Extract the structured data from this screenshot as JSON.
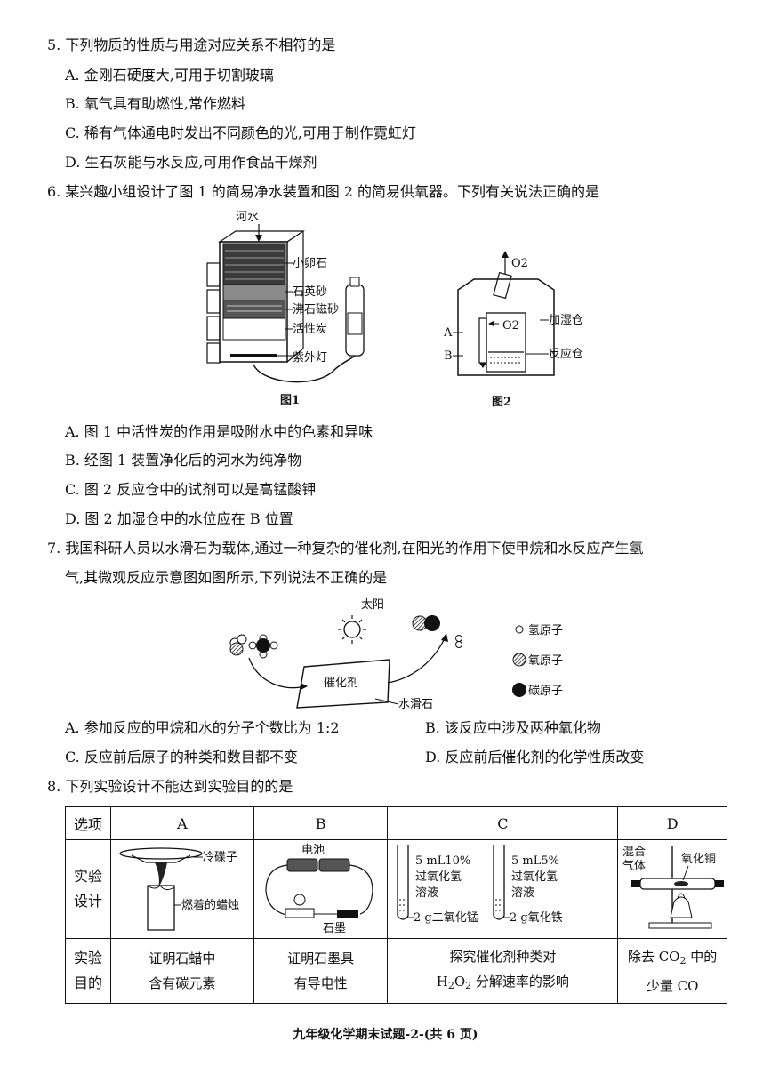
{
  "q5": {
    "stem": "5. 下列物质的性质与用途对应关系不相符的是",
    "options": [
      "A. 金刚石硬度大,可用于切割玻璃",
      "B. 氧气具有助燃性,常作燃料",
      "C. 稀有气体通电时发出不同颜色的光,可用于制作霓虹灯",
      "D. 生石灰能与水反应,可用作食品干燥剂"
    ]
  },
  "q6": {
    "stem": "6. 某兴趣小组设计了图 1 的简易净水装置和图 2 的简易供氧器。下列有关说法正确的是",
    "fig1": {
      "inlet": "河水",
      "layers": [
        "小卵石",
        "石英砂",
        "沸石磁砂",
        "活性炭",
        "紫外灯"
      ],
      "caption": "图1"
    },
    "fig2": {
      "o2_top": "O2",
      "o2_inner": "O2",
      "label_a": "A",
      "label_b": "B",
      "humidifier": "加湿仓",
      "reactor": "反应仓",
      "caption": "图2"
    },
    "options": [
      "A. 图 1 中活性炭的作用是吸附水中的色素和异味",
      "B. 经图 1 装置净化后的河水为纯净物",
      "C. 图 2 反应仓中的试剂可以是高锰酸钾",
      "D. 图 2 加湿仓中的水位应在 B 位置"
    ]
  },
  "q7": {
    "stem_line1": "7. 我国科研人员以水滑石为载体,通过一种复杂的催化剂,在阳光的作用下使甲烷和水反应产生氢",
    "stem_line2": "气,其微观反应示意图如图所示,下列说法不正确的是",
    "diagram": {
      "sun": "太阳",
      "catalyst": "催化剂",
      "support": "水滑石",
      "legend": [
        "氢原子",
        "氧原子",
        "碳原子"
      ]
    },
    "options": [
      "A. 参加反应的甲烷和水的分子个数比为 1:2",
      "B. 该反应中涉及两种氧化物",
      "C. 反应前后原子的种类和数目都不变",
      "D. 反应前后催化剂的化学性质改变"
    ]
  },
  "q8": {
    "stem": "8. 下列实验设计不能达到实验目的的是",
    "table": {
      "header": [
        "选项",
        "A",
        "B",
        "C",
        "D"
      ],
      "row_design_label": [
        "实验",
        "设计"
      ],
      "row_purpose_label": [
        "实验",
        "目的"
      ],
      "design_labels": {
        "A": [
          "冷碟子",
          "燃着的蜡烛"
        ],
        "B": [
          "电池",
          "石墨"
        ],
        "C": [
          "5 mL10%",
          "过氧化氢",
          "溶液",
          "2 g二氧化锰",
          "5 mL5%",
          "过氧化氢",
          "溶液",
          "2 g氧化铁"
        ],
        "D": [
          "混合",
          "气体",
          "氧化铜"
        ]
      },
      "purpose": {
        "A": [
          "证明石蜡中",
          "含有碳元素"
        ],
        "B": [
          "证明石墨具",
          "有导电性"
        ],
        "C": [
          "探究催化剂种类对",
          "H",
          "2",
          "O",
          "2",
          " 分解速率的影响"
        ],
        "D": [
          "除去 CO",
          "2",
          " 中的",
          "少量 CO"
        ]
      }
    }
  },
  "footer": "九年级化学期末试题-2-(共 6 页)"
}
